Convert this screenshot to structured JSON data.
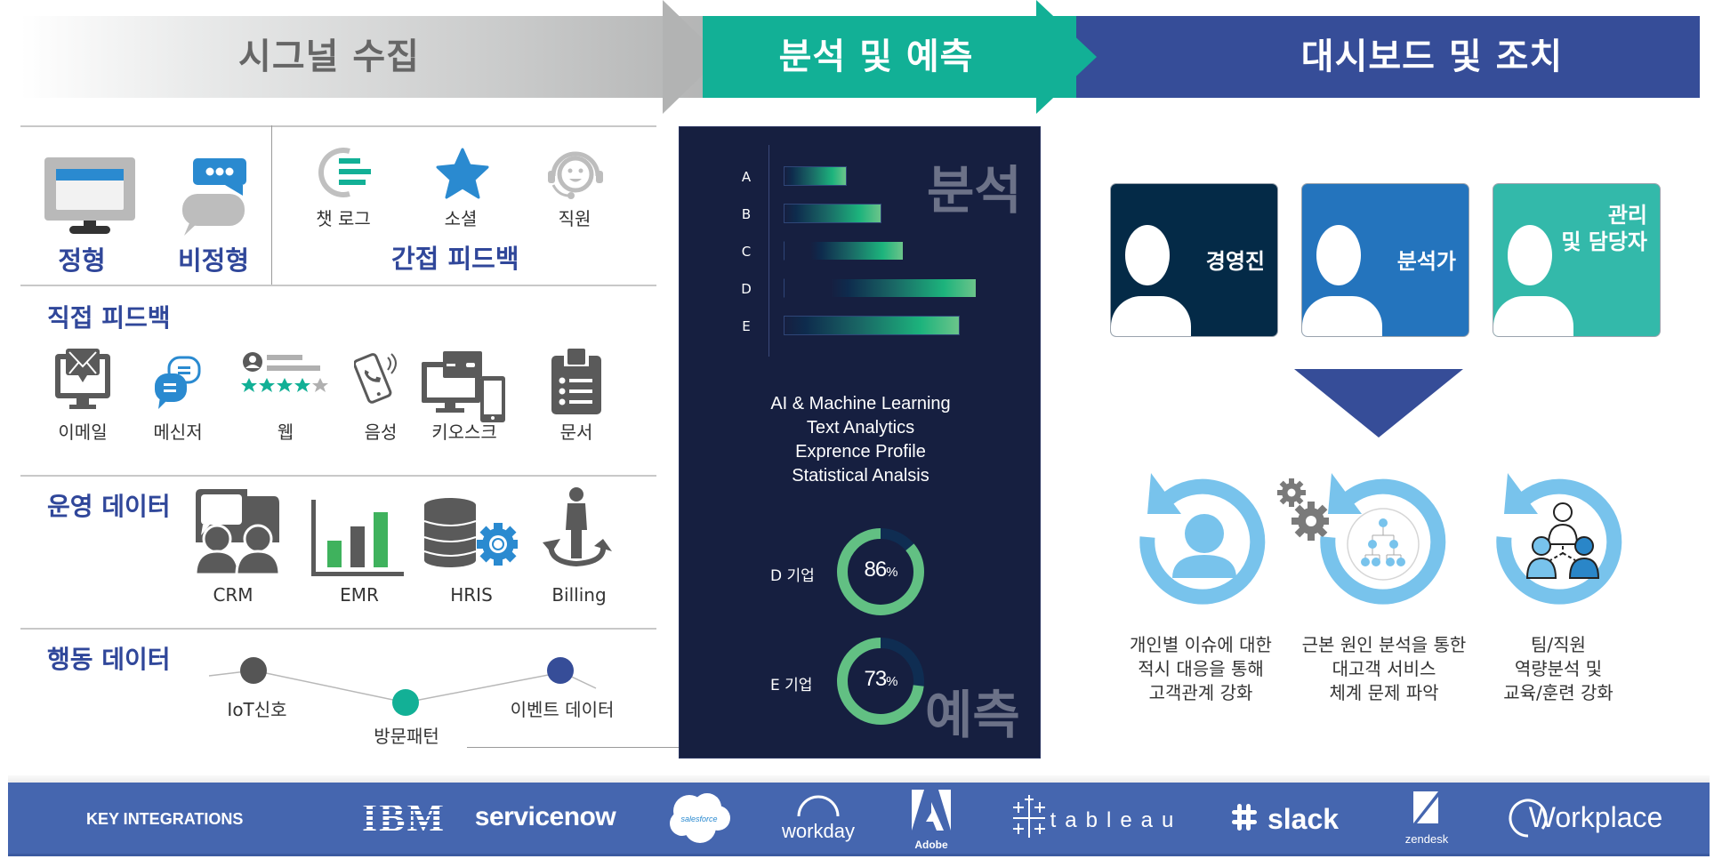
{
  "stages": [
    {
      "title": "시그널 수집",
      "color": "#b2b3b3",
      "text_color": "#666666"
    },
    {
      "title": "분석 및 예측",
      "color": "#12b096",
      "text_color": "#ffffff"
    },
    {
      "title": "대시보드 및 조치",
      "color": "#364d98",
      "text_color": "#ffffff"
    }
  ],
  "signal_collection": {
    "data_types": [
      {
        "label": "정형",
        "icon": "monitor-icon"
      },
      {
        "label": "비정형",
        "icon": "chat-bubbles-icon"
      }
    ],
    "indirect_feedback": {
      "title": "간접 피드백",
      "items": [
        {
          "label": "챗 로그",
          "icon": "chat-log-icon"
        },
        {
          "label": "소셜",
          "icon": "star-icon"
        },
        {
          "label": "직원",
          "icon": "headset-agent-icon"
        }
      ]
    },
    "direct_feedback": {
      "title": "직접 피드백",
      "items": [
        {
          "label": "이메일",
          "icon": "email-monitor-icon"
        },
        {
          "label": "메신저",
          "icon": "messenger-icon"
        },
        {
          "label": "웹",
          "icon": "web-review-icon"
        },
        {
          "label": "음성",
          "icon": "phone-call-icon"
        },
        {
          "label": "키오스크",
          "icon": "kiosk-devices-icon"
        },
        {
          "label": "문서",
          "icon": "clipboard-icon"
        }
      ]
    },
    "operational_data": {
      "title": "운영 데이터",
      "items": [
        {
          "label": "CRM",
          "icon": "crm-people-icon"
        },
        {
          "label": "EMR",
          "icon": "bar-chart-icon"
        },
        {
          "label": "HRIS",
          "icon": "database-gear-icon"
        },
        {
          "label": "Billing",
          "icon": "person-cycle-icon"
        }
      ]
    },
    "behavioral_data": {
      "title": "행동 데이터",
      "points": [
        {
          "label": "IoT신호",
          "color": "#555555"
        },
        {
          "label": "방문패턴",
          "color": "#12b096"
        },
        {
          "label": "이벤트 데이터",
          "color": "#364d98"
        }
      ]
    }
  },
  "analysis": {
    "analysis_word": "분석",
    "prediction_word": "예측",
    "methods": [
      "AI & Machine Learning",
      "Text Analytics",
      "Exprence Profile",
      "Statistical Analsis"
    ],
    "donuts": [
      {
        "label": "D 기업",
        "value": "86",
        "unit": "%"
      },
      {
        "label": "E 기업",
        "value": "73",
        "unit": "%"
      }
    ]
  },
  "chart_data": [
    {
      "type": "bar",
      "orientation": "horizontal",
      "title": "",
      "categories": [
        "A",
        "B",
        "C",
        "D",
        "E"
      ],
      "values": [
        71,
        110,
        135,
        217,
        198
      ],
      "xlabel": "",
      "ylabel": "",
      "note": "unlabeled relative bar lengths (px-scale), gradient dark-navy to green"
    },
    {
      "type": "pie",
      "subtype": "donut",
      "series": [
        {
          "name": "D 기업",
          "values": [
            86,
            14
          ]
        },
        {
          "name": "E 기업",
          "values": [
            73,
            27
          ]
        }
      ],
      "colors": [
        "#62c083",
        "#0f2d52"
      ]
    }
  ],
  "dashboard": {
    "roles": [
      {
        "name": "경영진",
        "color": "#042a47"
      },
      {
        "name": "분석가",
        "color": "#2474bd"
      },
      {
        "name_line1": "관리",
        "name_line2": "및 담당자",
        "color": "#33b9aa"
      }
    ],
    "outcomes": [
      {
        "lines": [
          "개인별 이슈에 대한",
          "적시 대응을 통해",
          "고객관계 강화"
        ],
        "icon": "person-cycle-icon"
      },
      {
        "lines": [
          "근본 원인 분석을 통한",
          "대고객 서비스",
          "체계 문제 파악"
        ],
        "icon": "org-chart-cycle-icon"
      },
      {
        "lines": [
          "팀/직원",
          "역량분석 및",
          "교육/훈련 강화"
        ],
        "icon": "team-cycle-icon"
      }
    ]
  },
  "integrations": {
    "title": "KEY INTEGRATIONS",
    "logos": [
      "IBM",
      "servicenow",
      "salesforce",
      "workday",
      "Adobe",
      "tableau",
      "slack",
      "zendesk",
      "Workplace"
    ],
    "color": "#4566af"
  }
}
